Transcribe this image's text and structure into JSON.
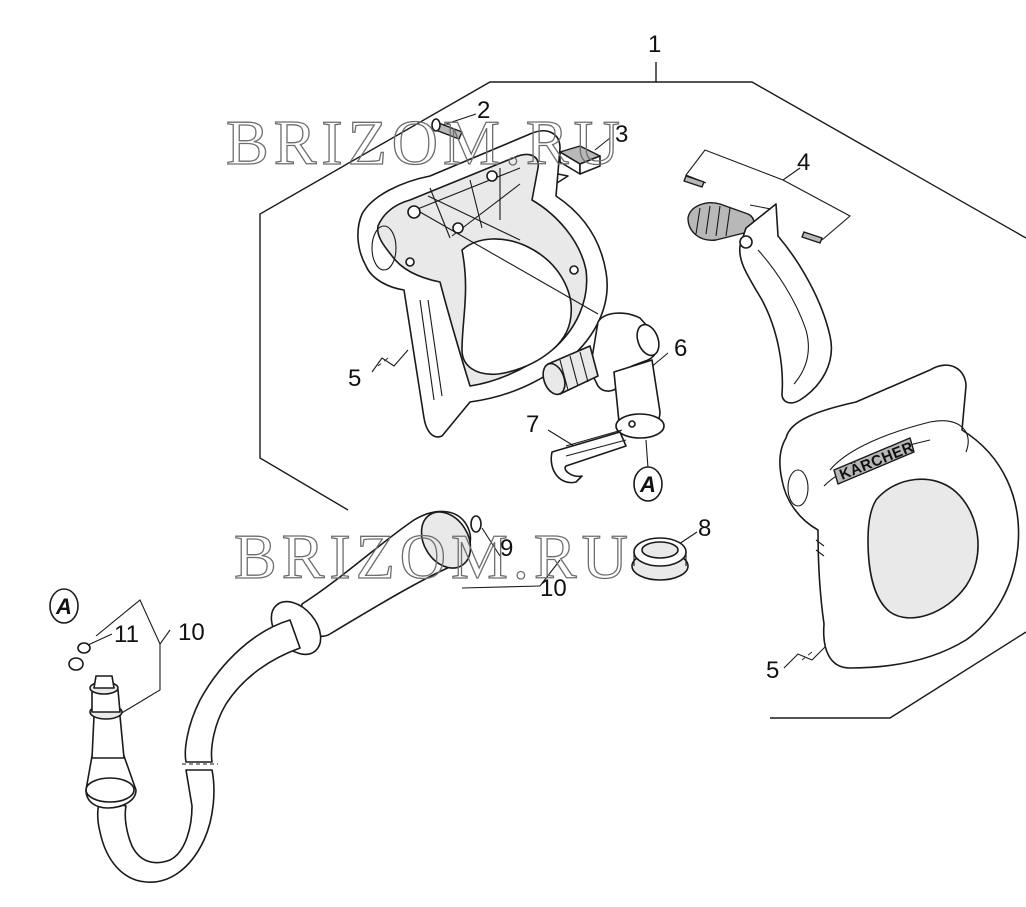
{
  "watermarks": [
    "BRIZOM.RU",
    "BRIZOM.RU"
  ],
  "callouts": {
    "c1": "1",
    "c2": "2",
    "c3": "3",
    "c4": "4",
    "c5a": "5",
    "c5b": "5",
    "c6": "6",
    "c7": "7",
    "c8": "8",
    "c9": "9",
    "c10a": "10",
    "c10b": "10",
    "c11": "11"
  },
  "connection_markers": [
    "A",
    "A"
  ],
  "brand_logo_text": "KÄRCHER",
  "colors": {
    "line": "#1a1a1a",
    "watermark": "#6e6e6e",
    "background": "#ffffff"
  }
}
